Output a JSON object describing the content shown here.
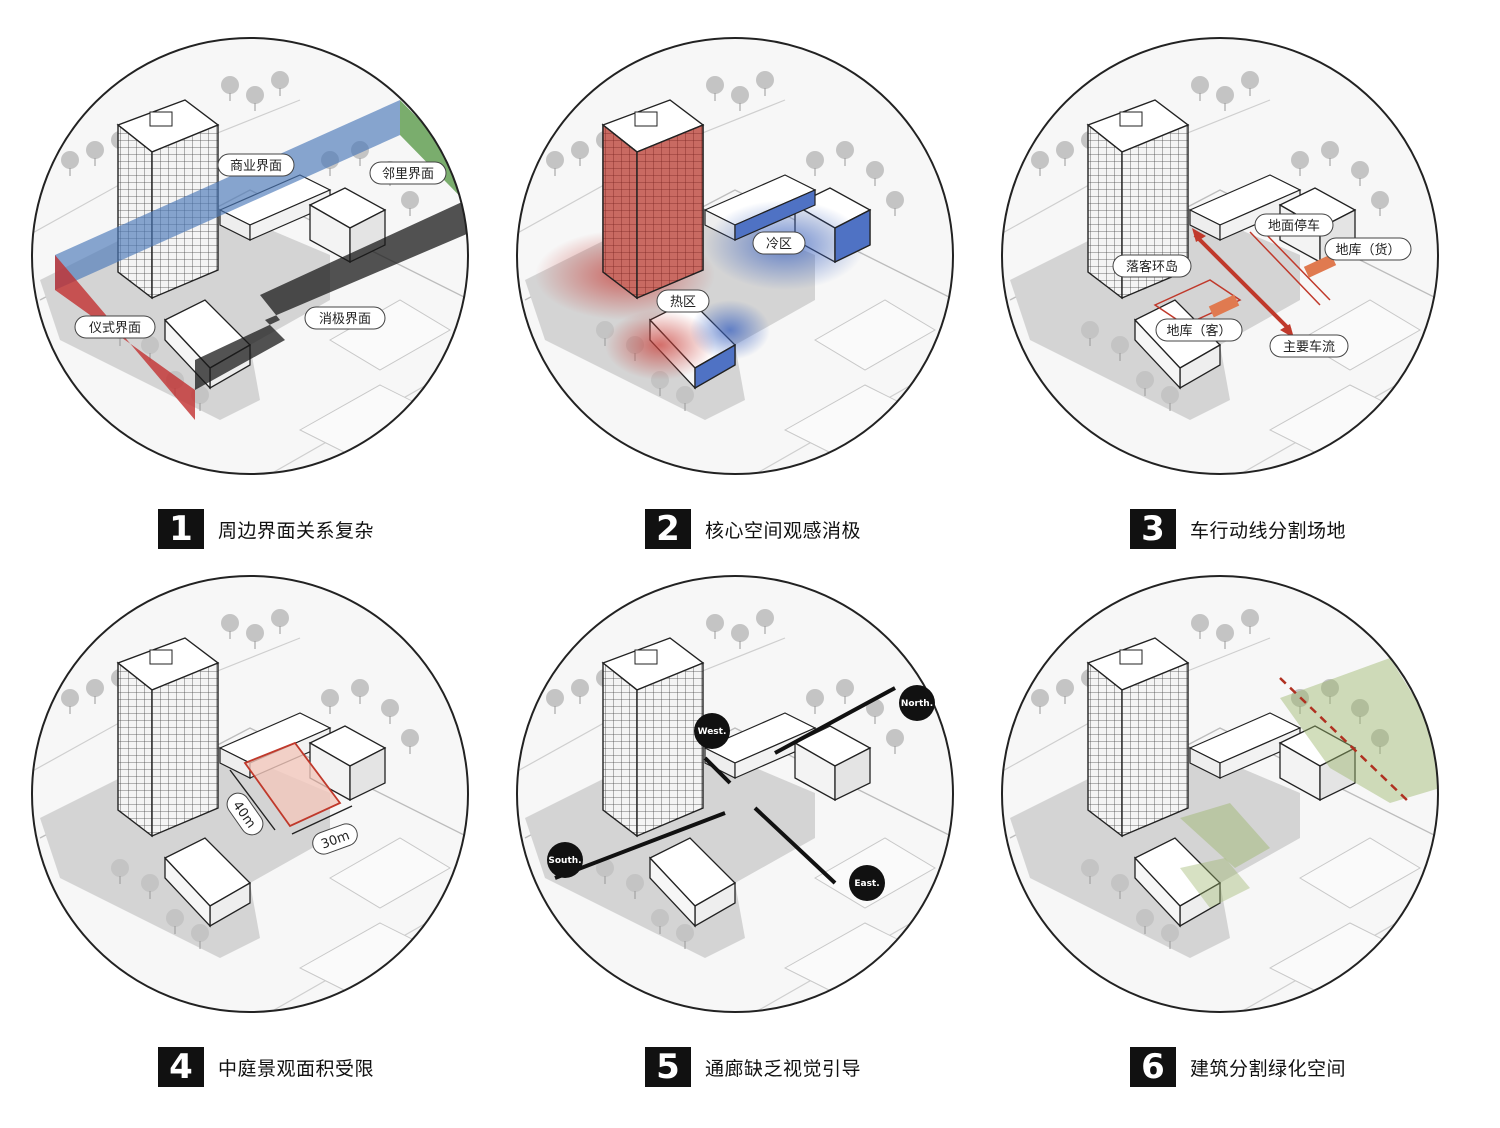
{
  "panels": [
    {
      "number": "1",
      "title": "周边界面关系复杂",
      "labels": {
        "commercial": "商业界面",
        "neighbor": "邻里界面",
        "ceremonial": "仪式界面",
        "passive": "消极界面"
      }
    },
    {
      "number": "2",
      "title": "核心空间观感消极",
      "labels": {
        "cold": "冷区",
        "hot": "热区"
      }
    },
    {
      "number": "3",
      "title": "车行动线分割场地",
      "labels": {
        "ground_parking": "地面停车",
        "garage_goods": "地库（货）",
        "dropoff": "落客环岛",
        "garage_guest": "地库（客）",
        "main_traffic": "主要车流"
      }
    },
    {
      "number": "4",
      "title": "中庭景观面积受限",
      "labels": {
        "dim_40": "40m",
        "dim_30": "30m"
      }
    },
    {
      "number": "5",
      "title": "通廊缺乏视觉引导",
      "labels": {
        "north": "North.",
        "west": "West.",
        "south": "South.",
        "east": "East."
      }
    },
    {
      "number": "6",
      "title": "建筑分割绿化空间",
      "labels": {}
    }
  ],
  "colors": {
    "blue": "#4a78b8",
    "red": "#c23030",
    "green": "#5a9a4a",
    "dark": "#1a1a1a",
    "hot": "#c8403a",
    "cold": "#3a62c0",
    "traffic": "#c0392b",
    "greenzone": "#9bb56a"
  }
}
